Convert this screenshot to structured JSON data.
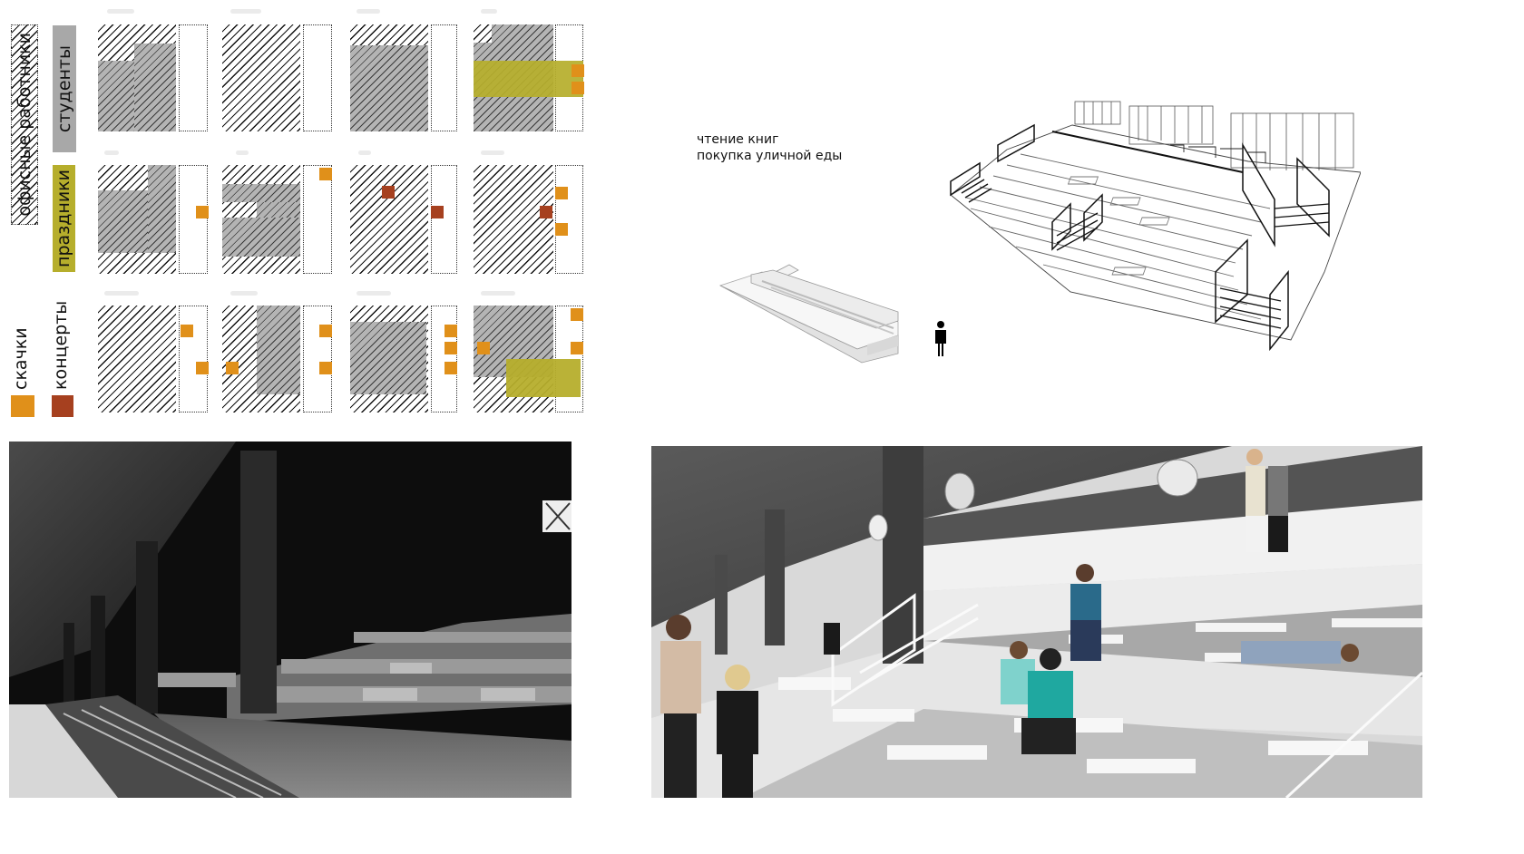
{
  "legend": {
    "office_workers": {
      "label": "офисные работники",
      "pattern": "hatched"
    },
    "students": {
      "label": "студенты",
      "color": "#a8a8a8"
    },
    "holidays": {
      "label": "праздники",
      "color": "#b6ae2c"
    },
    "races": {
      "label": "скачки",
      "color": "#e0901a"
    },
    "concerts": {
      "label": "концерты",
      "color": "#a6401f"
    }
  },
  "colors": {
    "students_gray": "#b4b4b4",
    "holidays_olive": "#b6ae2c",
    "races_orange": "#e0901a",
    "concerts_brown": "#a6401f",
    "hatch_line": "#111111"
  },
  "schedule_grid": {
    "rows": 3,
    "cols": 4,
    "month_labels_legible": false,
    "cells": [
      {
        "row": 1,
        "col": 1,
        "students_area": "L-shape, most of square",
        "events": []
      },
      {
        "row": 1,
        "col": 2,
        "students_area": "none",
        "events": []
      },
      {
        "row": 1,
        "col": 3,
        "students_area": "lower ~80%",
        "events": []
      },
      {
        "row": 1,
        "col": 4,
        "students_area": "nearly full",
        "holiday_band": true,
        "events": [
          "races",
          "races"
        ]
      },
      {
        "row": 2,
        "col": 1,
        "students_area": "L-shape",
        "events": [
          "races"
        ]
      },
      {
        "row": 2,
        "col": 2,
        "students_area": "C-shape",
        "events": [
          "races"
        ]
      },
      {
        "row": 2,
        "col": 3,
        "students_area": "none",
        "events": [
          "concerts",
          "concerts"
        ]
      },
      {
        "row": 2,
        "col": 4,
        "students_area": "none",
        "events": [
          "concerts",
          "races",
          "races"
        ]
      },
      {
        "row": 3,
        "col": 1,
        "students_area": "none",
        "events": [
          "races",
          "races"
        ]
      },
      {
        "row": 3,
        "col": 2,
        "students_area": "right half",
        "events": [
          "races",
          "races",
          "races"
        ]
      },
      {
        "row": 3,
        "col": 3,
        "students_area": "lower ~80%",
        "events": [
          "races",
          "races",
          "races"
        ]
      },
      {
        "row": 3,
        "col": 4,
        "students_area": "upper ~65%",
        "holiday_band": true,
        "events": [
          "races",
          "races",
          "races"
        ]
      }
    ]
  },
  "axonometric": {
    "activities": [
      "чтение книг",
      "покупка уличной еды"
    ],
    "scale_figure": "person-silhouette"
  },
  "photos": {
    "existing": {
      "description": "existing abandoned grandstand, black and white"
    },
    "proposed": {
      "description": "proposed renovated grandstand with people, collage render"
    }
  }
}
